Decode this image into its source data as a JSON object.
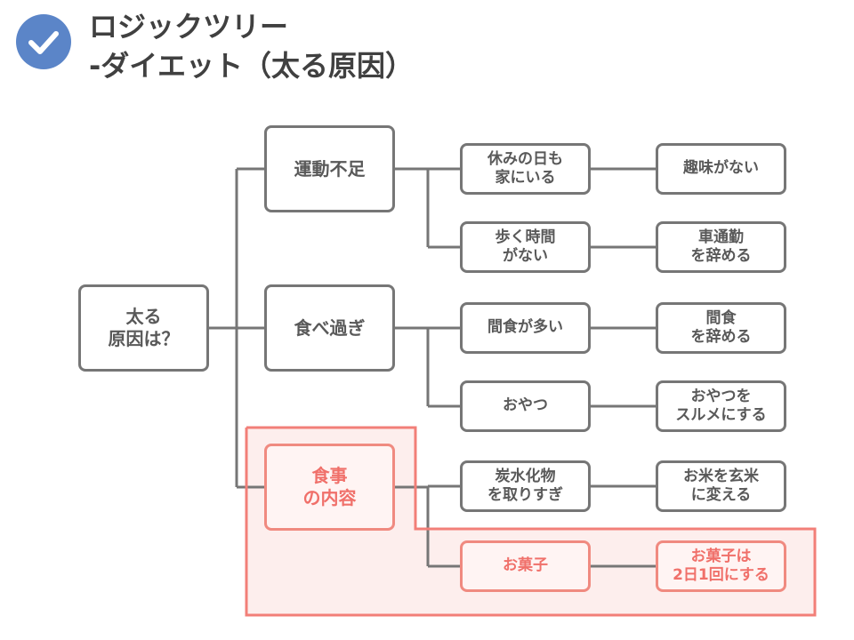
{
  "header": {
    "check_icon": "checkmark-circle-icon",
    "title_line1": "ロジックツリー",
    "title_line2": "-ダイエット（太る原因）"
  },
  "colors": {
    "accent": "#5b85c8",
    "box_border": "#767676",
    "text": "#595959",
    "highlight_border": "#f27f78",
    "highlight_fill": "#fdeeed"
  },
  "tree": {
    "root": {
      "lines": [
        "太る",
        "原因は？"
      ]
    },
    "causes": [
      {
        "lines": [
          "運動不足"
        ],
        "highlight": false,
        "details": [
          {
            "cause": [
              "休みの日も",
              "家にいる"
            ],
            "solution": [
              "趣味がない"
            ]
          },
          {
            "cause": [
              "歩く時間",
              "がない"
            ],
            "solution": [
              "車通勤",
              "を辞める"
            ]
          }
        ]
      },
      {
        "lines": [
          "食べ過ぎ"
        ],
        "highlight": false,
        "details": [
          {
            "cause": [
              "間食が多い"
            ],
            "solution": [
              "間食",
              "を辞める"
            ]
          },
          {
            "cause": [
              "おやつ"
            ],
            "solution": [
              "おやつを",
              "スルメにする"
            ]
          }
        ]
      },
      {
        "lines": [
          "食事",
          "の内容"
        ],
        "highlight": true,
        "details": [
          {
            "cause": [
              "炭水化物",
              "を取りすぎ"
            ],
            "solution": [
              "お米を玄米",
              "に変える"
            ]
          },
          {
            "cause": [
              "お菓子"
            ],
            "solution": [
              "お菓子は",
              "2日1回にする"
            ],
            "highlight": true
          }
        ]
      }
    ]
  }
}
